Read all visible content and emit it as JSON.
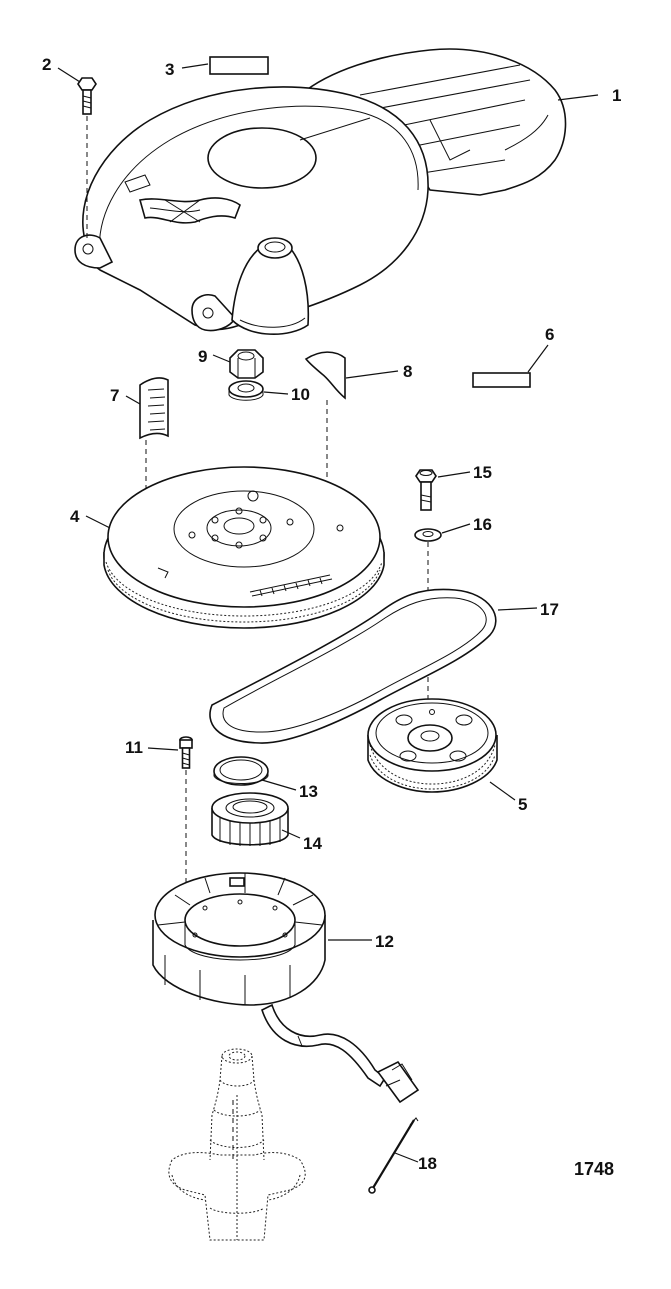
{
  "figure_number": "1748",
  "callouts": [
    "1",
    "2",
    "3",
    "4",
    "5",
    "6",
    "7",
    "8",
    "9",
    "10",
    "11",
    "12",
    "13",
    "14",
    "15",
    "16",
    "17",
    "18"
  ],
  "parts": [
    {
      "ref": "1",
      "icon": "flywheel-cover-icon"
    },
    {
      "ref": "2",
      "icon": "screw-icon"
    },
    {
      "ref": "3",
      "icon": "decal-icon"
    },
    {
      "ref": "4",
      "icon": "flywheel-icon"
    },
    {
      "ref": "5",
      "icon": "drive-pulley-icon"
    },
    {
      "ref": "6",
      "icon": "decal-icon"
    },
    {
      "ref": "7",
      "icon": "timing-decal-icon"
    },
    {
      "ref": "8",
      "icon": "decal-icon"
    },
    {
      "ref": "9",
      "icon": "nut-icon"
    },
    {
      "ref": "10",
      "icon": "washer-icon"
    },
    {
      "ref": "11",
      "icon": "screw-icon"
    },
    {
      "ref": "12",
      "icon": "stator-icon"
    },
    {
      "ref": "13",
      "icon": "ring-icon"
    },
    {
      "ref": "14",
      "icon": "crankshaft-pulley-icon"
    },
    {
      "ref": "15",
      "icon": "bolt-icon"
    },
    {
      "ref": "16",
      "icon": "washer-icon"
    },
    {
      "ref": "17",
      "icon": "timing-belt-icon"
    },
    {
      "ref": "18",
      "icon": "cable-tie-icon"
    }
  ]
}
